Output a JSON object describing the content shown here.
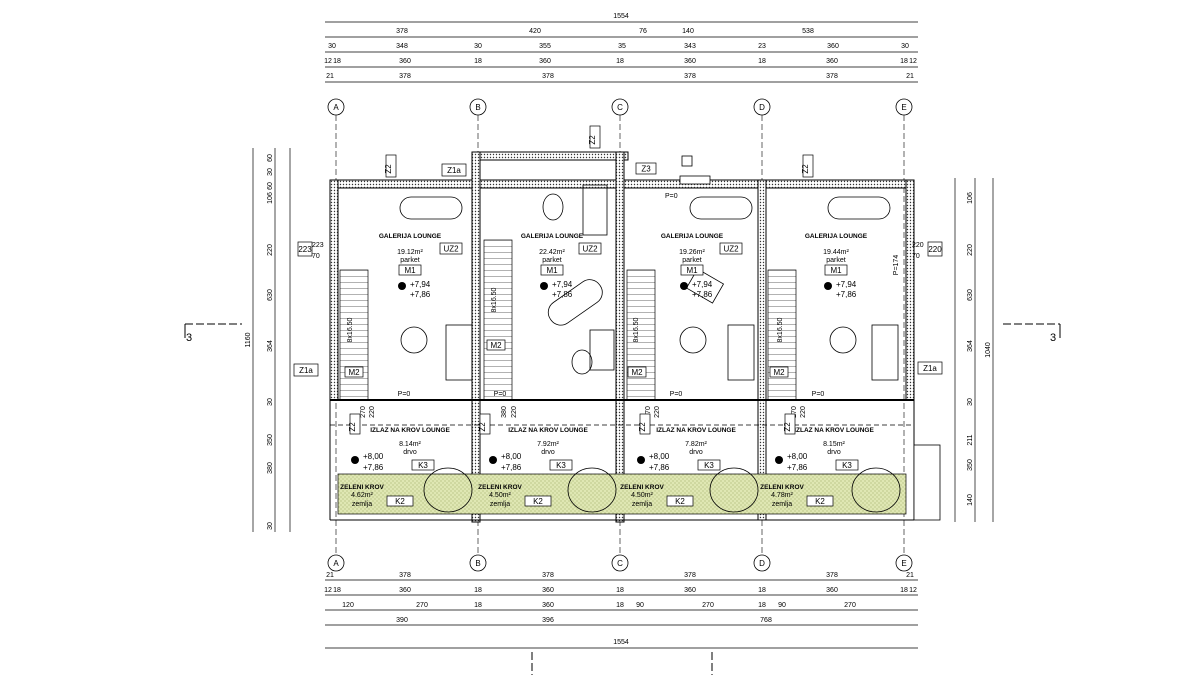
{
  "dims": {
    "top_total": "1554",
    "top_row1": [
      "378",
      "420",
      "76",
      "140",
      "538"
    ],
    "top_row2": [
      "30",
      "348",
      "30",
      "355",
      "35",
      "343",
      "23",
      "360",
      "30"
    ],
    "top_row3": [
      "12",
      "18",
      "360",
      "18",
      "360",
      "18",
      "360",
      "18",
      "360",
      "18",
      "12"
    ],
    "top_row4": [
      "21",
      "378",
      "378",
      "378",
      "378",
      "21"
    ],
    "bottom_row1": [
      "21",
      "378",
      "378",
      "378",
      "378",
      "21"
    ],
    "bottom_row2": [
      "12",
      "18",
      "360",
      "18",
      "360",
      "18",
      "360",
      "18",
      "360",
      "18",
      "12"
    ],
    "bottom_row3": [
      "120",
      "270",
      "18",
      "360",
      "18",
      "90",
      "270",
      "18",
      "90",
      "270"
    ],
    "bottom_row4": [
      "390",
      "396",
      "768"
    ],
    "bottom_total": "1554",
    "left_outer": "1160",
    "left_inner": [
      "60",
      "30",
      "60",
      "106",
      "220",
      "630",
      "364",
      "30",
      "350",
      "380",
      "30"
    ],
    "right_outer": "1040",
    "right_inner": [
      "106",
      "220",
      "630",
      "364",
      "30",
      "211",
      "350",
      "140"
    ]
  },
  "grid_axes": [
    "A",
    "B",
    "C",
    "D",
    "E"
  ],
  "section_marks": [
    "3",
    "3"
  ],
  "rooms": [
    {
      "name": "GALERIJA LOUNGE",
      "area": "19.12m²",
      "floor": "parket",
      "code": "M1",
      "level_top": "+7,94",
      "level_bottom": "+7,86"
    },
    {
      "name": "GALERIJA LOUNGE",
      "area": "22.42m²",
      "floor": "parket",
      "code": "M1",
      "level_top": "+7,94",
      "level_bottom": "+7,86"
    },
    {
      "name": "GALERIJA LOUNGE",
      "area": "19.26m²",
      "floor": "parket",
      "code": "M1",
      "level_top": "+7,94",
      "level_bottom": "+7,86"
    },
    {
      "name": "GALERIJA LOUNGE",
      "area": "19.44m²",
      "floor": "parket",
      "code": "M1",
      "level_top": "+7,94",
      "level_bottom": "+7,86"
    }
  ],
  "terraces": [
    {
      "name": "IZLAZ NA KROV LOUNGE",
      "area": "8.14m²",
      "floor": "drvo",
      "code": "K3",
      "level_top": "+8,00",
      "level_bottom": "+7,86"
    },
    {
      "name": "IZLAZ NA KROV LOUNGE",
      "area": "7.92m²",
      "floor": "drvo",
      "code": "K3",
      "level_top": "+8,00",
      "level_bottom": "+7,86"
    },
    {
      "name": "IZLAZ NA KROV LOUNGE",
      "area": "7.82m²",
      "floor": "drvo",
      "code": "K3",
      "level_top": "+8,00",
      "level_bottom": "+7,86"
    },
    {
      "name": "IZLAZ NA KROV LOUNGE",
      "area": "8.15m²",
      "floor": "drvo",
      "code": "K3",
      "level_top": "+8,00",
      "level_bottom": "+7,86"
    }
  ],
  "green_roofs": [
    {
      "name": "ZELENI KROV",
      "area": "4.62m²",
      "floor": "zemlja",
      "code": "K2"
    },
    {
      "name": "ZELENI KROV",
      "area": "4.50m²",
      "floor": "zemlja",
      "code": "K2"
    },
    {
      "name": "ZELENI KROV",
      "area": "4.50m²",
      "floor": "zemlja",
      "code": "K2"
    },
    {
      "name": "ZELENI KROV",
      "area": "4.78m²",
      "floor": "zemlja",
      "code": "K2"
    }
  ],
  "window_tags": {
    "z2": "Z2",
    "z1a": "Z1a",
    "z3": "Z3",
    "uz2": "UZ2",
    "m2": "M2",
    "win_left": "223",
    "win_left_sub": "70",
    "win_right": "220",
    "win_right_sub": "70",
    "stair_label": "8x16.50",
    "p_label": "P=0",
    "p_label_right": "P=174",
    "door_dims": [
      "270",
      "220",
      "380",
      "220",
      "270",
      "220",
      "270",
      "220"
    ]
  },
  "colors": {
    "line": "#000000",
    "green": "#d8e4a6",
    "hatch": "#7a7a7a"
  }
}
